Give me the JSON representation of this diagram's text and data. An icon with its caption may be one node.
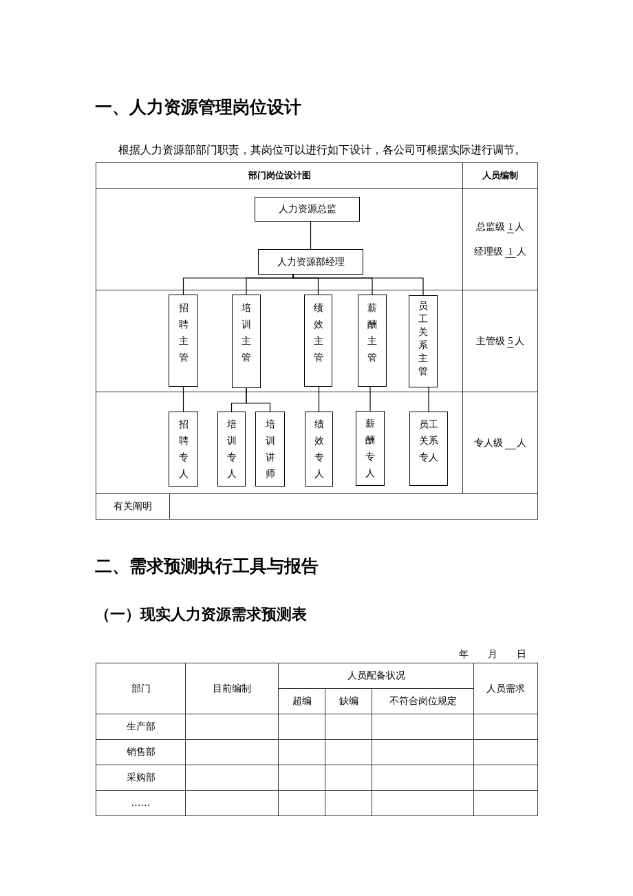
{
  "diagram": {
    "title": "一、人力资源管理岗位设计",
    "nodes": [
      {
        "text": [
          "人力资源总监"
        ]
      },
      {
        "text": [
          "人力资源部经理"
        ]
      },
      {
        "text": [
          "招聘主管"
        ]
      },
      {
        "text": [
          "培训主管"
        ]
      },
      {
        "text": [
          "绩效主管"
        ]
      },
      {
        "text": [
          "薪酬主管"
        ]
      },
      {
        "text": [
          "员工关系主管"
        ]
      },
      {
        "text": [
          "招聘专人"
        ]
      },
      {
        "text": [
          "培训专人"
        ]
      },
      {
        "text": [
          "培训讲师"
        ]
      },
      {
        "text": [
          "绩效专人"
        ]
      },
      {
        "text": [
          "薪酬专人"
        ]
      },
      {
        "text": [
          "员工关系专人"
        ]
      }
    ],
    "edges": [
      {
        "from": 0,
        "to": 1,
        "arrow": "none"
      },
      {
        "from": 1,
        "to": 2,
        "arrow": "none"
      },
      {
        "from": 1,
        "to": 3,
        "arrow": "none"
      },
      {
        "from": 1,
        "to": 4,
        "arrow": "none"
      },
      {
        "from": 1,
        "to": 5,
        "arrow": "none"
      },
      {
        "from": 1,
        "to": 6,
        "arrow": "none"
      },
      {
        "from": 2,
        "to": 7,
        "arrow": "none"
      },
      {
        "from": 3,
        "to": 8,
        "arrow": "none"
      },
      {
        "from": 3,
        "to": 9,
        "arrow": "none"
      },
      {
        "from": 4,
        "to": 10,
        "arrow": "none"
      },
      {
        "from": 5,
        "to": 11,
        "arrow": "none"
      },
      {
        "from": 6,
        "to": 12,
        "arrow": "none"
      }
    ],
    "labels": [
      "根据人力资源部部门职责，其岗位可以进行如下设计，各公司可根据实际进行调节。",
      "部门岗位设计图",
      "人员编制",
      "总监级",
      "1",
      "人",
      "经理级",
      "1",
      "人",
      "主管级",
      "5",
      "人",
      "专人级",
      "人",
      "有关阐明",
      "二、需求预测执行工具与报告",
      "（一）现实人力资源需求预测表",
      "年",
      "月",
      "日",
      "部门",
      "目前编制",
      "人员配备状况",
      "人员需求",
      "超编",
      "缺编",
      "不符合岗位规定",
      "生产部",
      "销售部",
      "采购部",
      "……"
    ]
  }
}
